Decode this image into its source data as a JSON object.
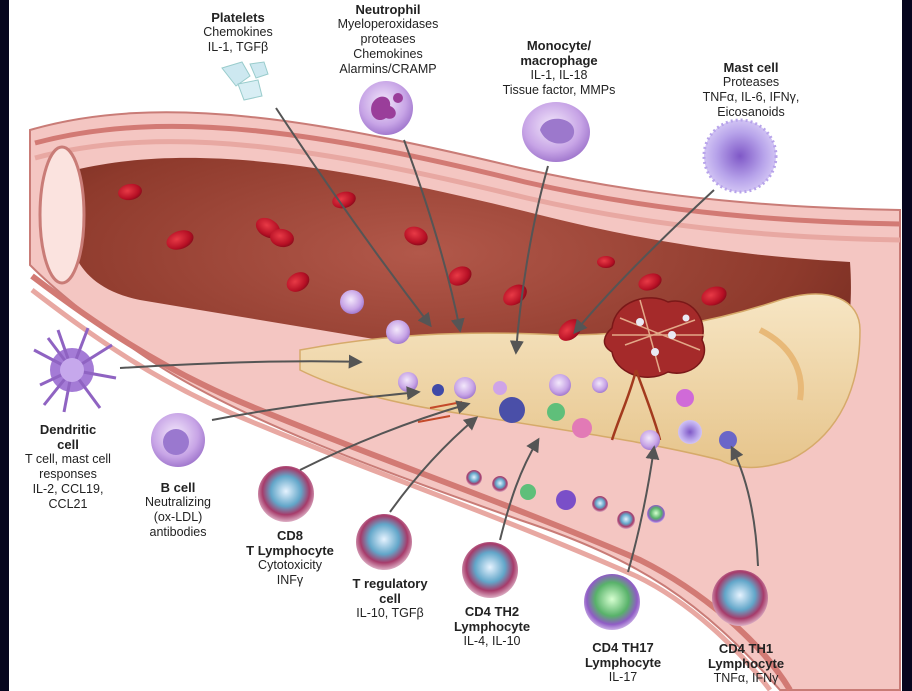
{
  "labels": {
    "platelets": {
      "name": "Platelets",
      "lines": [
        "Chemokines",
        "IL-1, TGFβ"
      ]
    },
    "neutrophil": {
      "name": "Neutrophil",
      "lines": [
        "Myeloperoxidases",
        "proteases",
        "Chemokines",
        "Alarmins/CRAMP"
      ]
    },
    "monocyte": {
      "name_lines": [
        "Monocyte/",
        "macrophage"
      ],
      "lines": [
        "IL-1, IL-18",
        "Tissue factor, MMPs"
      ]
    },
    "mast_cell": {
      "name": "Mast cell",
      "lines": [
        "Proteases",
        "TNFα, IL-6, IFNγ,",
        "Eicosanoids"
      ]
    },
    "dendritic": {
      "name_lines": [
        "Dendritic",
        "cell"
      ],
      "lines": [
        "T cell, mast cell",
        "responses",
        "IL-2, CCL19,",
        "CCL21"
      ]
    },
    "b_cell": {
      "name": "B cell",
      "lines": [
        "Neutralizing",
        "(ox-LDL)",
        "antibodies"
      ]
    },
    "cd8": {
      "name_lines": [
        "CD8",
        "T Lymphocyte"
      ],
      "lines": [
        "Cytotoxicity",
        "INFγ"
      ]
    },
    "treg": {
      "name_lines": [
        "T regulatory",
        "cell"
      ],
      "lines": [
        "IL-10, TGFβ"
      ]
    },
    "th2": {
      "name_lines": [
        "CD4 TH2",
        "Lymphocyte"
      ],
      "lines": [
        "IL-4, IL-10"
      ]
    },
    "th17": {
      "name_lines": [
        "CD4 TH17",
        "Lymphocyte"
      ],
      "lines": [
        "IL-17"
      ]
    },
    "th1": {
      "name_lines": [
        "CD4 TH1",
        "Lymphocyte"
      ],
      "lines": [
        "TNFα, IFNγ"
      ]
    }
  },
  "colors": {
    "background": "#06061e",
    "vessel_wall": "#e9a9a6",
    "lumen": "#8a3a2a",
    "rbc": "#c8102e",
    "plaque": "#f2d9a8",
    "arrow": "#555555"
  }
}
